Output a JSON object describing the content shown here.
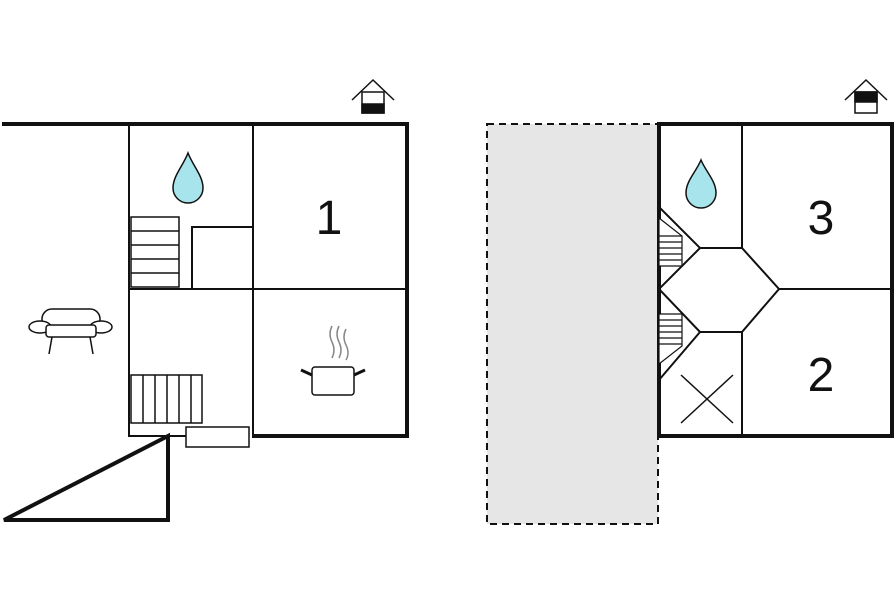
{
  "floors": [
    {
      "name": "ground-floor",
      "rooms": [
        {
          "id": "bedroom-1",
          "label": "1"
        }
      ],
      "icons": [
        "house-icon",
        "water-drop-icon",
        "sofa-icon",
        "cooking-pot-icon",
        "stairs-icon"
      ]
    },
    {
      "name": "upper-floor",
      "rooms": [
        {
          "id": "bedroom-3",
          "label": "3"
        },
        {
          "id": "bedroom-2",
          "label": "2"
        }
      ],
      "icons": [
        "house-icon",
        "water-drop-icon",
        "stairs-icon",
        "void-cross-icon"
      ]
    }
  ],
  "colors": {
    "wall": "#111111",
    "water": "#a8e4ec",
    "outside_area": "#e6e6e6"
  }
}
